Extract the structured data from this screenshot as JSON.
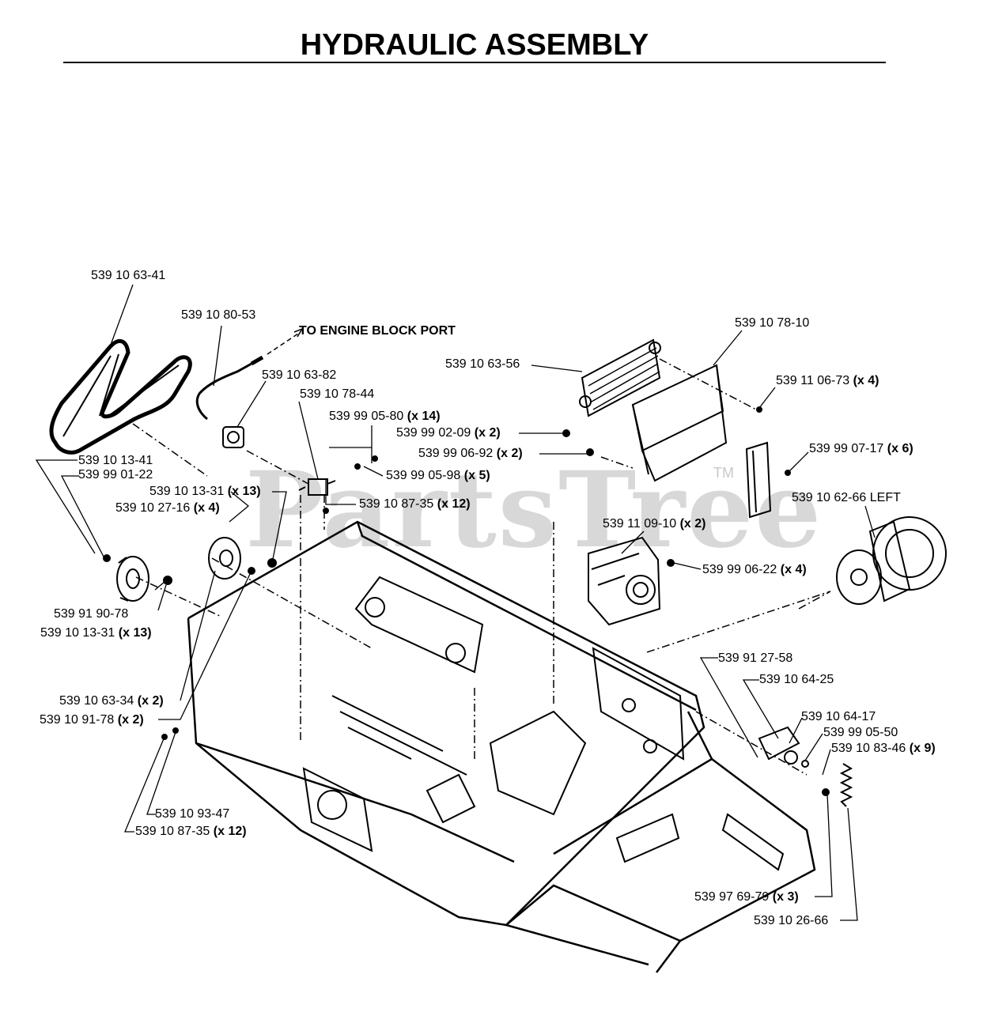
{
  "title": "HYDRAULIC ASSEMBLY",
  "watermark": {
    "text": "PartsTree",
    "tm": "TM"
  },
  "callout": "TO ENGINE BLOCK PORT",
  "labels": [
    {
      "id": "p1",
      "part": "539 10 63-41",
      "qty": ""
    },
    {
      "id": "p2",
      "part": "539 10 80-53",
      "qty": ""
    },
    {
      "id": "p3",
      "part": "539 10 63-82",
      "qty": ""
    },
    {
      "id": "p4",
      "part": "539 10 78-44",
      "qty": ""
    },
    {
      "id": "p5",
      "part": "539 99 05-80",
      "qty": "(x 14)"
    },
    {
      "id": "p6",
      "part": "539 99 02-09",
      "qty": "(x 2)"
    },
    {
      "id": "p7",
      "part": "539 99 06-92",
      "qty": "(x 2)"
    },
    {
      "id": "p8",
      "part": "539 99 05-98",
      "qty": "(x 5)"
    },
    {
      "id": "p9",
      "part": "539 10 87-35",
      "qty": "(x 12)"
    },
    {
      "id": "p10",
      "part": "539 10 63-56",
      "qty": ""
    },
    {
      "id": "p11",
      "part": "539 10 78-10",
      "qty": ""
    },
    {
      "id": "p12",
      "part": "539 11 06-73",
      "qty": "(x 4)"
    },
    {
      "id": "p13",
      "part": "539 99 07-17",
      "qty": "(x 6)"
    },
    {
      "id": "p14",
      "part": "539 10 62-66 LEFT",
      "qty": ""
    },
    {
      "id": "p15",
      "part": "539 11 09-10",
      "qty": "(x 2)"
    },
    {
      "id": "p16",
      "part": "539 99 06-22",
      "qty": "(x 4)"
    },
    {
      "id": "p17",
      "part": "539 10 13-41",
      "qty": ""
    },
    {
      "id": "p18",
      "part": "539 99 01-22",
      "qty": ""
    },
    {
      "id": "p19",
      "part": "539 10 13-31",
      "qty": "(x 13)"
    },
    {
      "id": "p20",
      "part": "539 10 27-16",
      "qty": "(x 4)"
    },
    {
      "id": "p21",
      "part": "539 91 90-78",
      "qty": ""
    },
    {
      "id": "p22",
      "part": "539 10 13-31",
      "qty": "(x 13)"
    },
    {
      "id": "p23",
      "part": "539 91 27-58",
      "qty": ""
    },
    {
      "id": "p24",
      "part": "539 10 64-25",
      "qty": ""
    },
    {
      "id": "p25",
      "part": "539 10 64-17",
      "qty": ""
    },
    {
      "id": "p26",
      "part": "539 99 05-50",
      "qty": ""
    },
    {
      "id": "p27",
      "part": "539 10 83-46",
      "qty": "(x 9)"
    },
    {
      "id": "p28",
      "part": "539 10 63-34",
      "qty": "(x 2)"
    },
    {
      "id": "p29",
      "part": "539 10 91-78",
      "qty": "(x 2)"
    },
    {
      "id": "p30",
      "part": "539 10 93-47",
      "qty": ""
    },
    {
      "id": "p31",
      "part": "539 10 87-35",
      "qty": "(x 12)"
    },
    {
      "id": "p32",
      "part": "539 97 69-79",
      "qty": "(x 3)"
    },
    {
      "id": "p33",
      "part": "539 10 26-66",
      "qty": ""
    }
  ]
}
